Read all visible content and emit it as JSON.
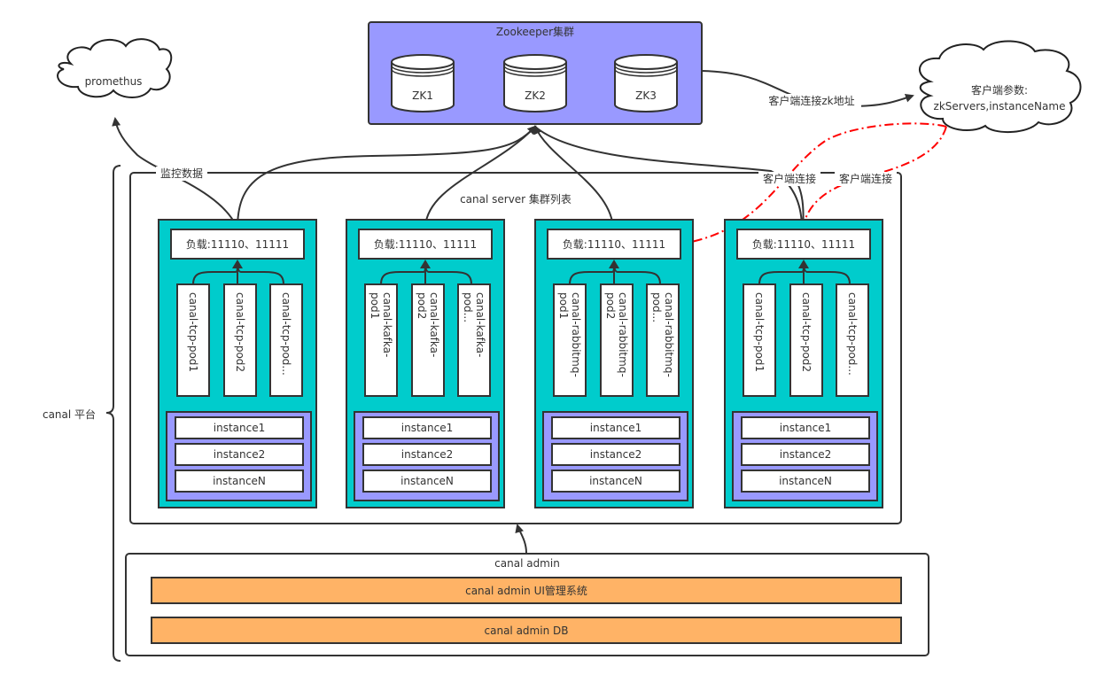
{
  "zookeeper": {
    "title": "Zookeeper集群",
    "nodes": [
      "ZK1",
      "ZK2",
      "ZK3"
    ],
    "fill": "#9999FF"
  },
  "prometheus": {
    "label": "promethus"
  },
  "client_cloud": {
    "line1": "客户端参数:",
    "line2": "zkServers,instanceName"
  },
  "edges": {
    "client_to_zk": "客户端连接zk地址",
    "monitor": "监控数据",
    "client_connect_1": "客户端连接",
    "client_connect_2": "客户端连接"
  },
  "platform": {
    "label": "canal 平台"
  },
  "server_cluster": {
    "label": "canal server 集群列表",
    "fill": "#00CCCC",
    "servers": [
      {
        "load": "负载:11110、11111",
        "pods": [
          "canal-tcp-pod1",
          "canal-tcp-pod2",
          "canal-tcp-pod..."
        ],
        "instances": [
          "instance1",
          "instance2",
          "instanceN"
        ]
      },
      {
        "load": "负载:11110、11111",
        "pods": [
          "canal-kafka-\npod1",
          "canal-kafka-\npod2",
          "canal-kafka-\npod..."
        ],
        "instances": [
          "instance1",
          "instance2",
          "instanceN"
        ]
      },
      {
        "load": "负载:11110、11111",
        "pods": [
          "canal-rabbitmq-\npod1",
          "canal-rabbitmq-\npod2",
          "canal-rabbitmq-\npod..."
        ],
        "instances": [
          "instance1",
          "instance2",
          "instanceN"
        ]
      },
      {
        "load": "负载:11110、11111",
        "pods": [
          "canal-tcp-pod1",
          "canal-tcp-pod2",
          "canal-tcp-pod..."
        ],
        "instances": [
          "instance1",
          "instance2",
          "instanceN"
        ]
      }
    ]
  },
  "admin": {
    "label": "canal admin",
    "fill": "#FFB366",
    "ui": "canal admin UI管理系统",
    "db": "canal admin DB"
  },
  "colors": {
    "red_edge": "#FF0000",
    "stroke": "#333333"
  }
}
